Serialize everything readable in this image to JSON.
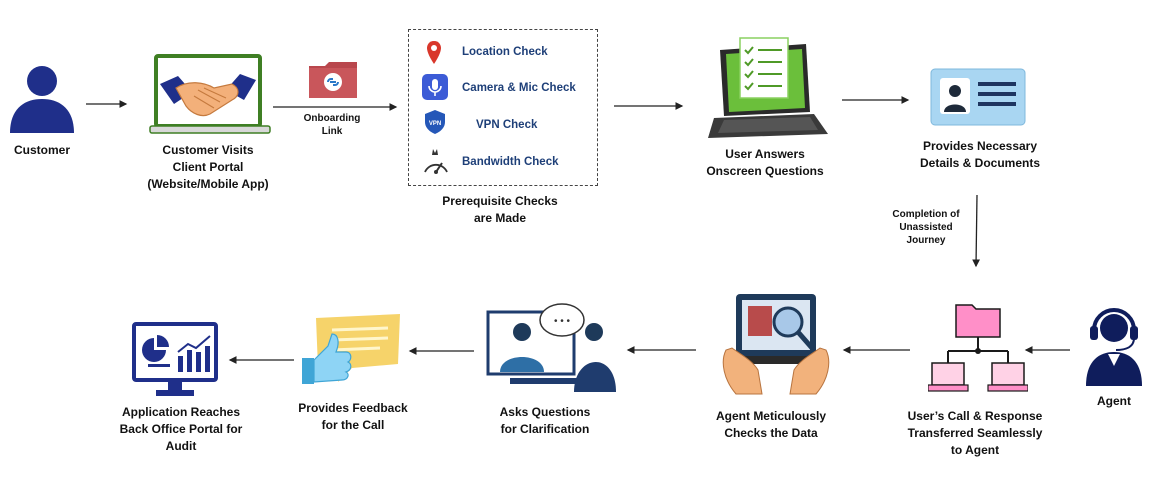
{
  "top_row": {
    "customer": "Customer",
    "client_portal": "Customer Visits\nClient Portal\n(Website/Mobile App)",
    "onboarding_link": "Onboarding\nLink",
    "prerequisite_title": "Prerequisite Checks\nare Made",
    "checks": {
      "location": "Location Check",
      "camera_mic": "Camera & Mic Check",
      "vpn": "VPN Check",
      "bandwidth": "Bandwidth Check"
    },
    "answers": "User Answers\nOnscreen Questions",
    "documents": "Provides Necessary\nDetails & Documents"
  },
  "connector": {
    "completion": "Completion of\nUnassisted\nJourney"
  },
  "bottom_row": {
    "agent": "Agent",
    "transfer": "User’s Call & Response\nTransferred Seamlessly\nto Agent",
    "checks_data": "Agent Meticulously\nChecks the Data",
    "clarification": "Asks Questions\nfor Clarification",
    "feedback": "Provides Feedback\nfor the Call",
    "back_office": "Application Reaches\nBack Office Portal for\nAudit"
  },
  "icon_text": {
    "vpn_badge": "VPN",
    "chat_dots": "• • •"
  },
  "colors": {
    "navy": "#1f2f8a",
    "dark_navy": "#0f1d5c",
    "green_frame": "#3f7f24",
    "check_text": "#1e3f78",
    "folder_red": "#b9474d",
    "pink_folder": "#ff8fc8",
    "yellow_bubble": "#f6d36a",
    "id_card_blue": "#a9d6f2"
  }
}
